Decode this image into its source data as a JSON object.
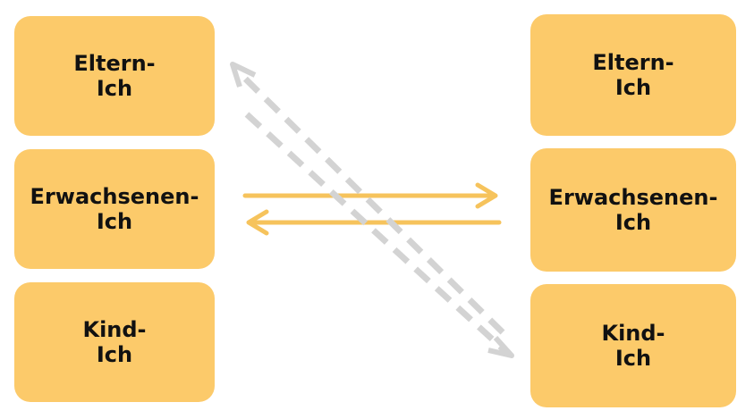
{
  "left_column": {
    "parent": {
      "line1": "Eltern-",
      "line2": "Ich"
    },
    "adult": {
      "line1": "Erwachsenen-",
      "line2": "Ich"
    },
    "child": {
      "line1": "Kind-",
      "line2": "Ich"
    }
  },
  "right_column": {
    "parent": {
      "line1": "Eltern-",
      "line2": "Ich"
    },
    "adult": {
      "line1": "Erwachsenen-",
      "line2": "Ich"
    },
    "child": {
      "line1": "Kind-",
      "line2": "Ich"
    }
  },
  "colors": {
    "box_fill": "#fcca6a",
    "solid_arrow": "#f6c35c",
    "dashed_arrow": "#d3d3d3",
    "text": "#111111"
  }
}
